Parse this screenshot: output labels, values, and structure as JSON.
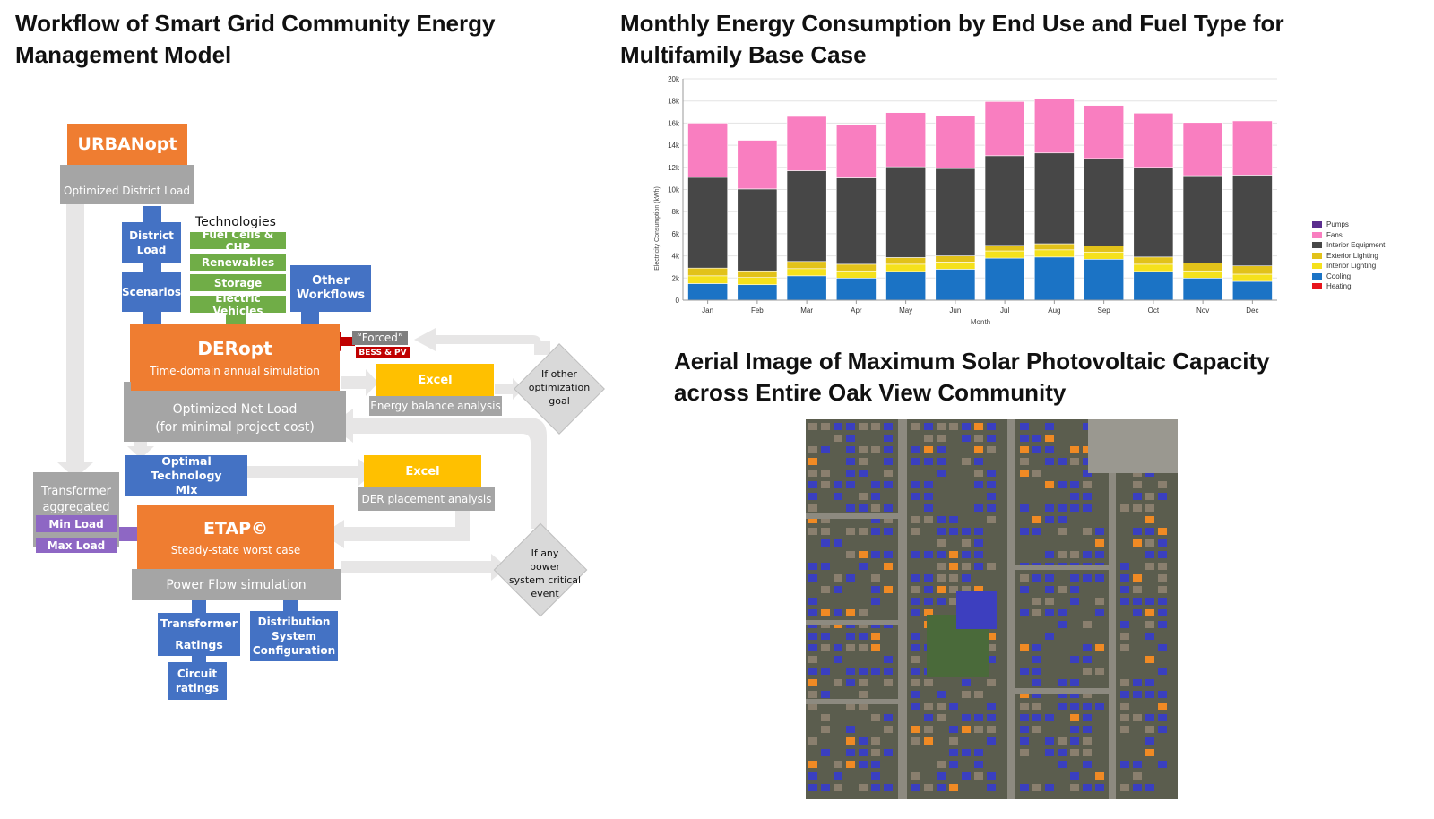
{
  "headings": {
    "workflow": [
      "Workflow of Smart Grid Community Energy",
      "Management Model"
    ],
    "chart": [
      "Monthly Energy Consumption by End Use and Fuel Type for",
      "Multifamily Base Case"
    ],
    "aerial": [
      "Aerial Image of Maximum Solar Photovoltaic Capacity",
      "across Entire Oak View Community"
    ]
  },
  "diagram": {
    "urbanopt": {
      "title": "URBANopt",
      "subtitle": "Optimized District Load"
    },
    "district_load": [
      "District",
      "Load"
    ],
    "scenarios": "Scenarios",
    "technologies": {
      "label": "Technologies",
      "items": [
        "Fuel Cells & CHP",
        "Renewables",
        "Storage",
        "Electric Vehicles"
      ]
    },
    "other_workflows": [
      "Other",
      "Workflows"
    ],
    "forced": "“Forced”",
    "bess_pv": "BESS & PV",
    "deropt": {
      "title": "DERopt",
      "subtitle": "Time-domain annual simulation"
    },
    "net_load": [
      "Optimized Net Load",
      "(for minimal project cost)"
    ],
    "excel_energy": {
      "title": "Excel",
      "subtitle": "Energy balance analysis"
    },
    "goal": [
      "If other",
      "optimization",
      "goal"
    ],
    "optimal_mix": [
      "Optimal Technology",
      "Mix"
    ],
    "excel_der": {
      "title": "Excel",
      "subtitle": "DER placement analysis"
    },
    "transformer_aggregated": [
      "Transformer",
      "aggregated"
    ],
    "min_load": "Min Load",
    "max_load": "Max Load",
    "etap": {
      "title": "ETAP©",
      "subtitle": "Steady-state worst case"
    },
    "power_flow": "Power Flow simulation",
    "critical": [
      "If any",
      "power",
      "system critical",
      "event"
    ],
    "transformer_ratings": [
      "Transformer",
      "Ratings"
    ],
    "distribution": [
      "Distribution",
      "System",
      "Configuration"
    ],
    "circuit": [
      "Circuit",
      "ratings"
    ]
  },
  "chart_data": {
    "type": "bar",
    "stacked": true,
    "xlabel": "Month",
    "ylabel": "Electricity Consumption (kWh)",
    "ylim": [
      0,
      20000
    ],
    "yticks": [
      "0",
      "2k",
      "4k",
      "6k",
      "8k",
      "10k",
      "12k",
      "14k",
      "16k",
      "18k",
      "20k"
    ],
    "grid": true,
    "legend_position": "right",
    "categories": [
      "Jan",
      "Feb",
      "Mar",
      "Apr",
      "May",
      "Jun",
      "Jul",
      "Aug",
      "Sep",
      "Oct",
      "Nov",
      "Dec"
    ],
    "series": [
      {
        "name": "Heating",
        "color": "#e8141c",
        "values": [
          0,
          0,
          0,
          0,
          0,
          0,
          0,
          0,
          0,
          0,
          0,
          0
        ]
      },
      {
        "name": "Cooling",
        "color": "#1b73c5",
        "values": [
          1500,
          1400,
          2200,
          2000,
          2600,
          2800,
          3800,
          3900,
          3700,
          2600,
          2000,
          1700
        ]
      },
      {
        "name": "Interior Lighting",
        "color": "#f5e11c",
        "values": [
          700,
          650,
          650,
          650,
          650,
          650,
          650,
          650,
          650,
          650,
          650,
          650
        ]
      },
      {
        "name": "Exterior Lighting",
        "color": "#e2c21a",
        "values": [
          700,
          600,
          650,
          600,
          600,
          550,
          500,
          550,
          550,
          650,
          700,
          750
        ]
      },
      {
        "name": "Interior Equipment",
        "color": "#474747",
        "values": [
          8200,
          7400,
          8200,
          7800,
          8200,
          7900,
          8100,
          8200,
          7900,
          8100,
          7900,
          8200
        ]
      },
      {
        "name": "Fans",
        "color": "#f97ec0",
        "values": [
          4900,
          4400,
          4900,
          4800,
          4900,
          4800,
          4900,
          4900,
          4800,
          4900,
          4800,
          4900
        ]
      },
      {
        "name": "Pumps",
        "color": "#5b2d8e",
        "values": [
          0,
          0,
          0,
          0,
          0,
          0,
          0,
          0,
          0,
          0,
          0,
          0
        ]
      }
    ],
    "legend_order": [
      "Pumps",
      "Fans",
      "Interior Equipment",
      "Exterior Lighting",
      "Interior Lighting",
      "Cooling",
      "Heating"
    ]
  }
}
